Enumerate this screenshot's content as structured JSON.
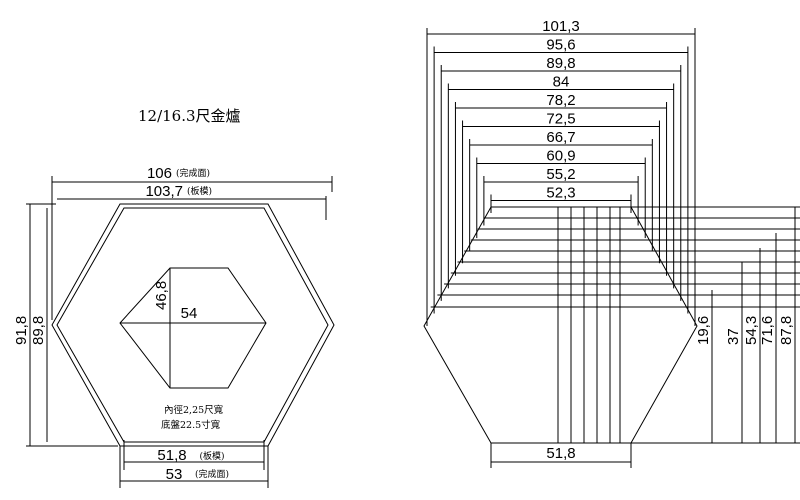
{
  "title": "12/16.3尺金爐",
  "left": {
    "top_dims": [
      {
        "value": "106",
        "note": "(完成面)"
      },
      {
        "value": "103,7",
        "note": "(板模)"
      }
    ],
    "side_dims": [
      "91,8",
      "89,8"
    ],
    "inner_height": "46,8",
    "inner_width": "54",
    "notes": [
      "內徑2,25尺寬",
      "底盤22.5寸寬"
    ],
    "bottom_dims": [
      {
        "value": "51,8",
        "note": "(板模)"
      },
      {
        "value": "53",
        "note": "(完成面)"
      }
    ]
  },
  "right": {
    "top_dims": [
      "101,3",
      "95,6",
      "89,8",
      "84",
      "78,2",
      "72,5",
      "66,7",
      "60,9",
      "55,2",
      "52,3"
    ],
    "side_dims": [
      "19,6",
      "37",
      "54,3",
      "71,6",
      "87,8"
    ],
    "bottom_dim": "51,8"
  }
}
